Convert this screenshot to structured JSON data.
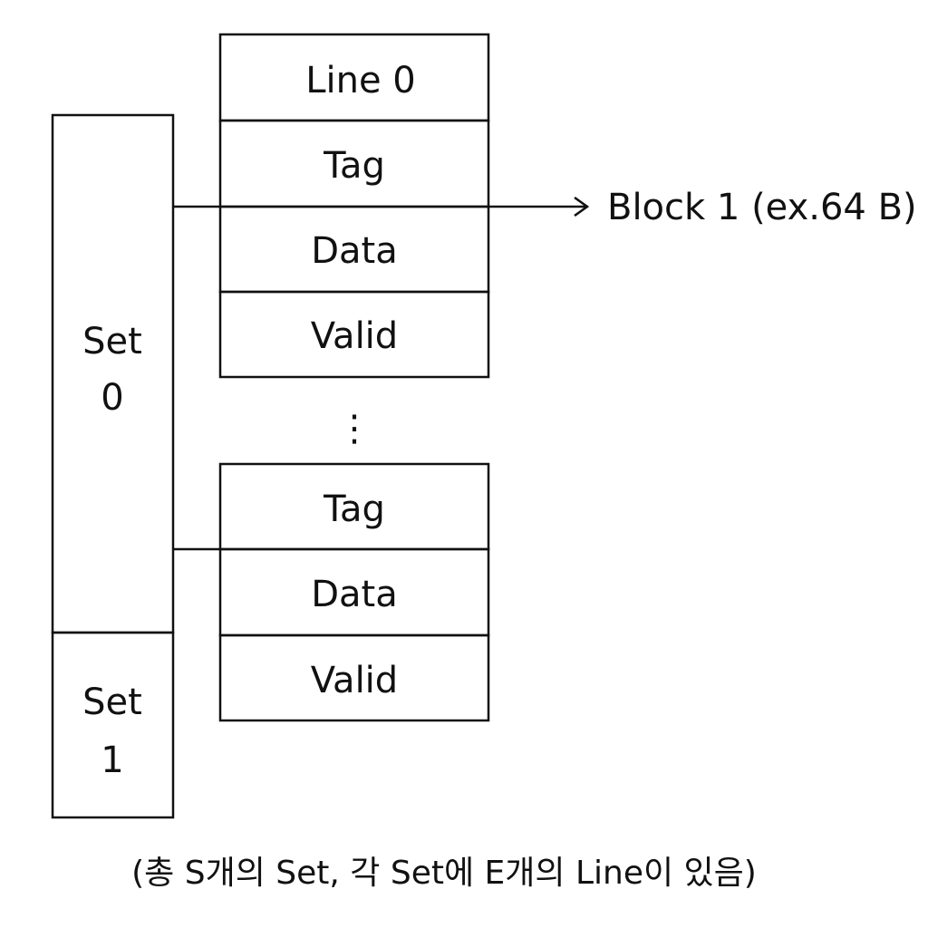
{
  "sets": [
    {
      "label_line1": "Set",
      "label_line2": "0"
    },
    {
      "label_line1": "Set",
      "label_line2": "1"
    }
  ],
  "line_group_top": {
    "header": "Line 0",
    "fields": [
      "Tag",
      "Data",
      "Valid"
    ]
  },
  "ellipsis": "⋮",
  "line_group_bottom": {
    "fields": [
      "Tag",
      "Data",
      "Valid"
    ]
  },
  "block_label": "Block 1 (ex.64 B)",
  "caption": "(총 S개의 Set, 각 Set에 E개의 Line이 있음)"
}
